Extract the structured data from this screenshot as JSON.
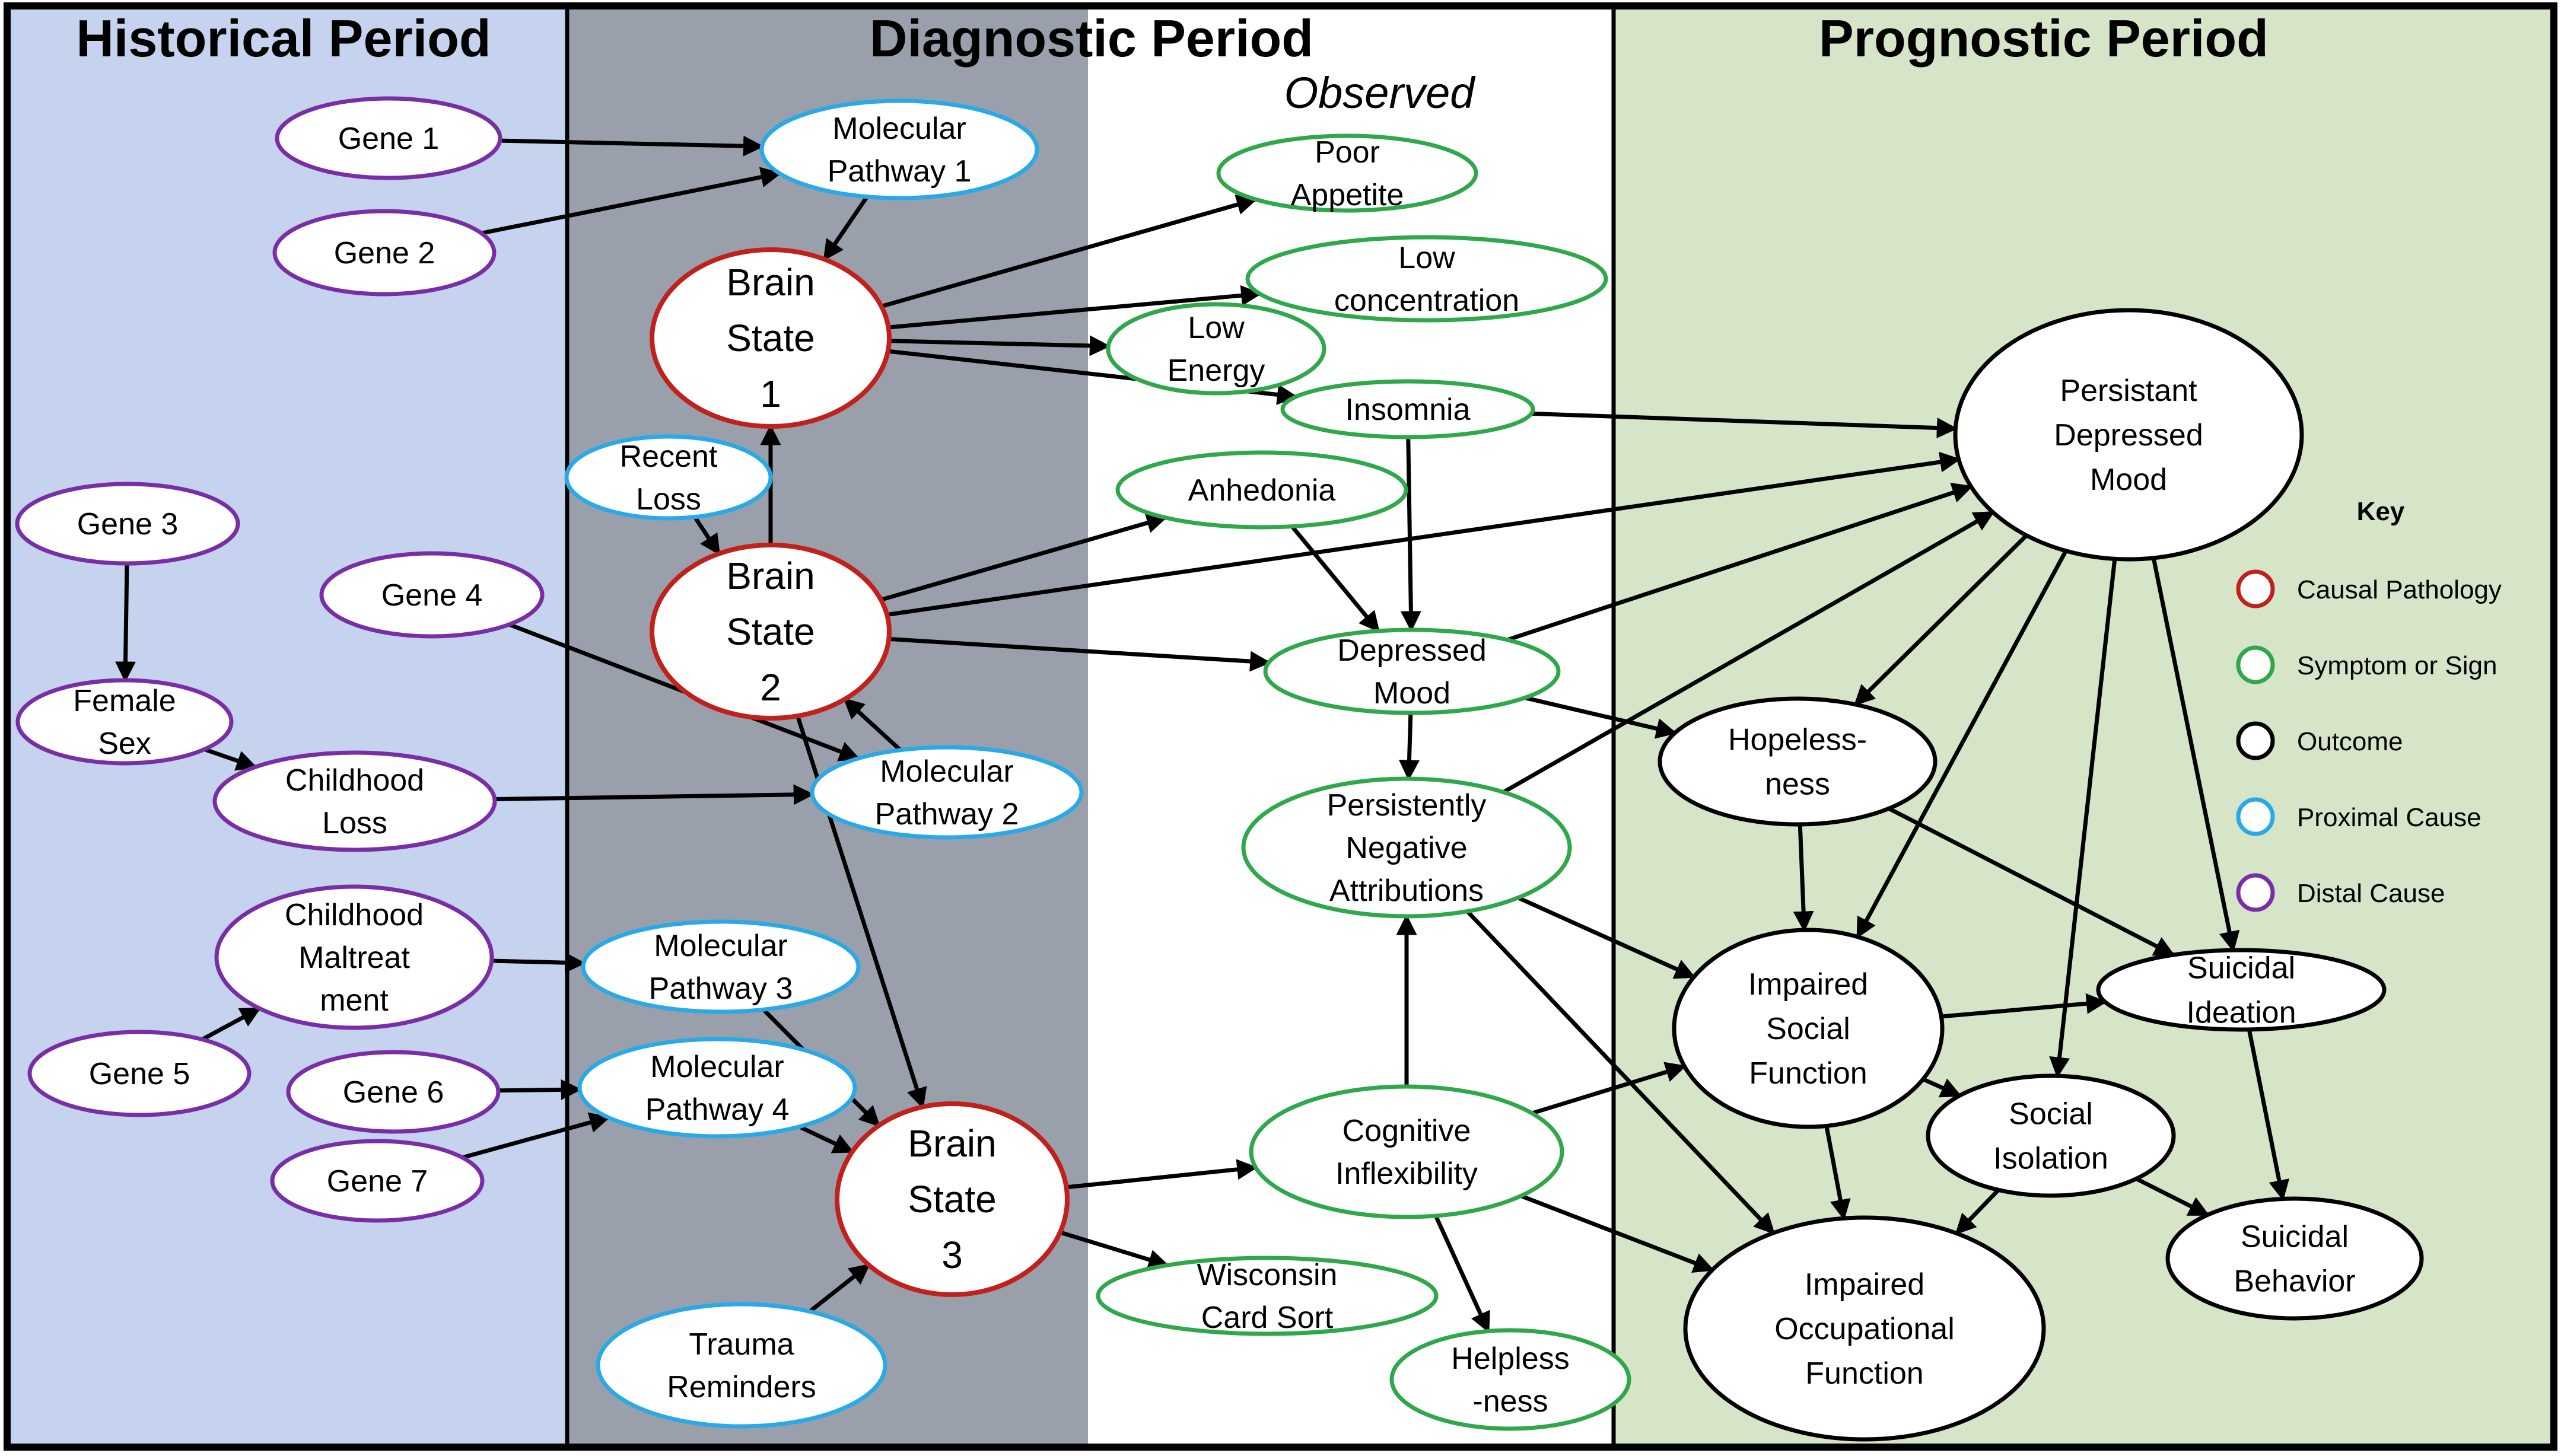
{
  "periods": {
    "historical": "Historical Period",
    "diagnostic": "Diagnostic Period",
    "observed": "Observed",
    "prognostic": "Prognostic Period"
  },
  "colors": {
    "historical_bg": "#c5d3ee",
    "diagnostic_bg": "#9aa0ab",
    "observed_bg": "#ffffff",
    "prognostic_bg": "#d6e4c8",
    "causal_pathology": "#c0211d",
    "symptom": "#2ea84a",
    "outcome": "#000000",
    "proximal_cause": "#29a9e6",
    "distal_cause": "#7a2ea5"
  },
  "key": {
    "title": "Key",
    "items": [
      {
        "label": "Causal Pathology",
        "type": "causal"
      },
      {
        "label": "Symptom or Sign",
        "type": "symptom"
      },
      {
        "label": "Outcome",
        "type": "outcome"
      },
      {
        "label": "Proximal Cause",
        "type": "proximal"
      },
      {
        "label": "Distal Cause",
        "type": "distal"
      }
    ]
  },
  "nodes": {
    "gene1": {
      "lines": [
        "Gene 1"
      ],
      "type": "distal"
    },
    "gene2": {
      "lines": [
        "Gene 2"
      ],
      "type": "distal"
    },
    "gene3": {
      "lines": [
        "Gene 3"
      ],
      "type": "distal"
    },
    "gene4": {
      "lines": [
        "Gene 4"
      ],
      "type": "distal"
    },
    "female_sex": {
      "lines": [
        "Female",
        "Sex"
      ],
      "type": "distal"
    },
    "childhood_loss": {
      "lines": [
        "Childhood",
        "Loss"
      ],
      "type": "distal"
    },
    "childhood_maltreatment": {
      "lines": [
        "Childhood",
        "Maltreat",
        "ment"
      ],
      "type": "distal"
    },
    "gene5": {
      "lines": [
        "Gene 5"
      ],
      "type": "distal"
    },
    "gene6": {
      "lines": [
        "Gene 6"
      ],
      "type": "distal"
    },
    "gene7": {
      "lines": [
        "Gene 7"
      ],
      "type": "distal"
    },
    "mol_path1": {
      "lines": [
        "Molecular",
        "Pathway 1"
      ],
      "type": "proximal"
    },
    "recent_loss": {
      "lines": [
        "Recent",
        "Loss"
      ],
      "type": "proximal"
    },
    "mol_path2": {
      "lines": [
        "Molecular",
        "Pathway 2"
      ],
      "type": "proximal"
    },
    "mol_path3": {
      "lines": [
        "Molecular",
        "Pathway 3"
      ],
      "type": "proximal"
    },
    "mol_path4": {
      "lines": [
        "Molecular",
        "Pathway 4"
      ],
      "type": "proximal"
    },
    "trauma_reminders": {
      "lines": [
        "Trauma",
        "Reminders"
      ],
      "type": "proximal"
    },
    "brain_state1": {
      "lines": [
        "Brain",
        "State",
        "1"
      ],
      "type": "causal"
    },
    "brain_state2": {
      "lines": [
        "Brain",
        "State",
        "2"
      ],
      "type": "causal"
    },
    "brain_state3": {
      "lines": [
        "Brain",
        "State",
        "3"
      ],
      "type": "causal"
    },
    "poor_appetite": {
      "lines": [
        "Poor",
        "Appetite"
      ],
      "type": "symptom"
    },
    "low_concentration": {
      "lines": [
        "Low",
        "concentration"
      ],
      "type": "symptom"
    },
    "low_energy": {
      "lines": [
        "Low",
        "Energy"
      ],
      "type": "symptom"
    },
    "insomnia": {
      "lines": [
        "Insomnia"
      ],
      "type": "symptom"
    },
    "anhedonia": {
      "lines": [
        "Anhedonia"
      ],
      "type": "symptom"
    },
    "depressed_mood": {
      "lines": [
        "Depressed",
        "Mood"
      ],
      "type": "symptom"
    },
    "persistently_negative": {
      "lines": [
        "Persistently",
        "Negative",
        "Attributions"
      ],
      "type": "symptom"
    },
    "cognitive_inflexibility": {
      "lines": [
        "Cognitive",
        "Inflexibility"
      ],
      "type": "symptom"
    },
    "wisconsin_card_sort": {
      "lines": [
        "Wisconsin",
        "Card Sort"
      ],
      "type": "symptom"
    },
    "helplessness": {
      "lines": [
        "Helpless",
        "-ness"
      ],
      "type": "symptom"
    },
    "persistant_depressed_mood": {
      "lines": [
        "Persistant",
        "Depressed",
        "Mood"
      ],
      "type": "outcome"
    },
    "hopelessness": {
      "lines": [
        "Hopeless-",
        "ness"
      ],
      "type": "outcome"
    },
    "impaired_social": {
      "lines": [
        "Impaired",
        "Social",
        "Function"
      ],
      "type": "outcome"
    },
    "suicidal_ideation": {
      "lines": [
        "Suicidal",
        "Ideation"
      ],
      "type": "outcome"
    },
    "social_isolation": {
      "lines": [
        "Social",
        "Isolation"
      ],
      "type": "outcome"
    },
    "suicidal_behavior": {
      "lines": [
        "Suicidal",
        "Behavior"
      ],
      "type": "outcome"
    },
    "impaired_occupational": {
      "lines": [
        "Impaired",
        "Occupational",
        "Function"
      ],
      "type": "outcome"
    }
  },
  "edges": [
    [
      "gene1",
      "mol_path1"
    ],
    [
      "gene2",
      "mol_path1"
    ],
    [
      "mol_path1",
      "brain_state1"
    ],
    [
      "gene3",
      "female_sex"
    ],
    [
      "female_sex",
      "childhood_loss"
    ],
    [
      "childhood_loss",
      "mol_path2"
    ],
    [
      "gene4",
      "mol_path2"
    ],
    [
      "childhood_maltreatment",
      "mol_path3"
    ],
    [
      "gene5",
      "childhood_maltreatment"
    ],
    [
      "gene6",
      "mol_path4"
    ],
    [
      "gene7",
      "mol_path4"
    ],
    [
      "recent_loss",
      "brain_state2"
    ],
    [
      "brain_state2",
      "brain_state1"
    ],
    [
      "mol_path2",
      "brain_state2"
    ],
    [
      "brain_state2",
      "brain_state3"
    ],
    [
      "mol_path3",
      "brain_state3"
    ],
    [
      "mol_path4",
      "brain_state3"
    ],
    [
      "trauma_reminders",
      "brain_state3"
    ],
    [
      "brain_state1",
      "poor_appetite"
    ],
    [
      "brain_state1",
      "low_concentration"
    ],
    [
      "brain_state1",
      "low_energy"
    ],
    [
      "brain_state1",
      "insomnia"
    ],
    [
      "brain_state2",
      "anhedonia"
    ],
    [
      "brain_state2",
      "depressed_mood"
    ],
    [
      "brain_state2",
      "persistant_depressed_mood"
    ],
    [
      "brain_state3",
      "cognitive_inflexibility"
    ],
    [
      "brain_state3",
      "wisconsin_card_sort"
    ],
    [
      "insomnia",
      "persistant_depressed_mood"
    ],
    [
      "insomnia",
      "depressed_mood"
    ],
    [
      "anhedonia",
      "depressed_mood"
    ],
    [
      "depressed_mood",
      "persistently_negative"
    ],
    [
      "depressed_mood",
      "hopelessness"
    ],
    [
      "depressed_mood",
      "persistant_depressed_mood"
    ],
    [
      "cognitive_inflexibility",
      "persistently_negative"
    ],
    [
      "cognitive_inflexibility",
      "helplessness"
    ],
    [
      "cognitive_inflexibility",
      "impaired_social"
    ],
    [
      "cognitive_inflexibility",
      "impaired_occupational"
    ],
    [
      "persistently_negative",
      "persistant_depressed_mood"
    ],
    [
      "persistently_negative",
      "impaired_social"
    ],
    [
      "persistently_negative",
      "impaired_occupational"
    ],
    [
      "persistant_depressed_mood",
      "hopelessness"
    ],
    [
      "persistant_depressed_mood",
      "impaired_social"
    ],
    [
      "persistant_depressed_mood",
      "social_isolation"
    ],
    [
      "persistant_depressed_mood",
      "suicidal_ideation"
    ],
    [
      "hopelessness",
      "impaired_social"
    ],
    [
      "hopelessness",
      "suicidal_ideation"
    ],
    [
      "impaired_social",
      "suicidal_ideation"
    ],
    [
      "impaired_social",
      "social_isolation"
    ],
    [
      "impaired_social",
      "impaired_occupational"
    ],
    [
      "social_isolation",
      "impaired_occupational"
    ],
    [
      "social_isolation",
      "suicidal_behavior"
    ],
    [
      "suicidal_ideation",
      "suicidal_behavior"
    ]
  ]
}
